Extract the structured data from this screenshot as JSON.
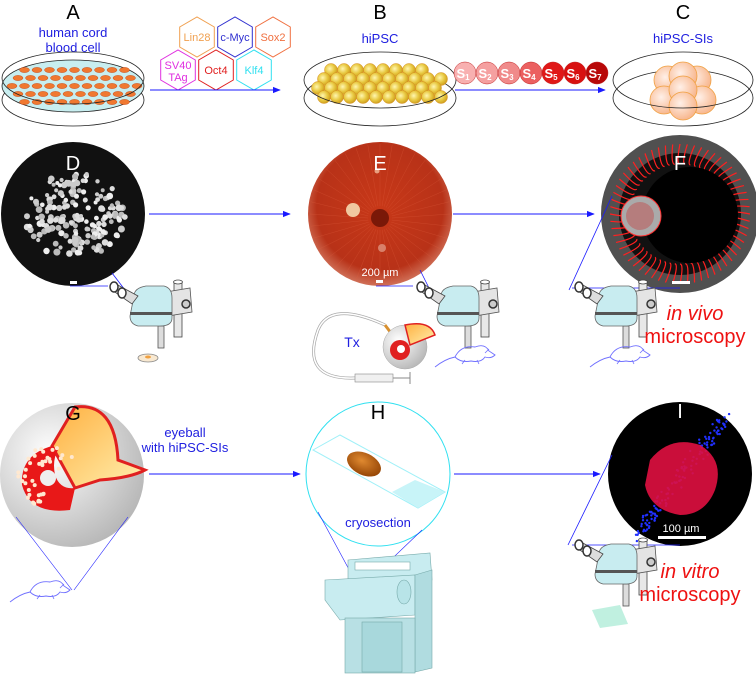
{
  "panels": {
    "A": {
      "letter": "A",
      "caption_line1": "human cord",
      "caption_line2": "blood cell"
    },
    "B": {
      "letter": "B",
      "caption": "hiPSC"
    },
    "C": {
      "letter": "C",
      "caption": "hiPSC-SIs"
    },
    "D": {
      "letter": "D"
    },
    "E": {
      "letter": "E",
      "scale_label": "200 µm"
    },
    "F": {
      "letter": "F"
    },
    "G": {
      "letter": "G",
      "caption_line1": "eyeball",
      "caption_line2": "with hiPSC-SIs"
    },
    "H": {
      "letter": "H",
      "caption": "cryosection"
    },
    "I": {
      "letter": "I",
      "scale_label": "100 µm"
    }
  },
  "factors": [
    {
      "name": "Lin28",
      "color": "#f0a050"
    },
    {
      "name": "c-Myc",
      "color": "#3030d0"
    },
    {
      "name": "Sox2",
      "color": "#f07040"
    },
    {
      "name_line1": "SV40",
      "name_line2": "TAg",
      "color": "#e030e0"
    },
    {
      "name": "Oct4",
      "color": "#e02020"
    },
    {
      "name": "Klf4",
      "color": "#30e0f0"
    }
  ],
  "stages": [
    {
      "label": "S",
      "sub": "1",
      "color": "#f8b0b0"
    },
    {
      "label": "S",
      "sub": "2",
      "color": "#f5a0a0"
    },
    {
      "label": "S",
      "sub": "3",
      "color": "#f08a8a"
    },
    {
      "label": "S",
      "sub": "4",
      "color": "#eb6060"
    },
    {
      "label": "S",
      "sub": "5",
      "color": "#e01818"
    },
    {
      "label": "S",
      "sub": "6",
      "color": "#d81010"
    },
    {
      "label": "S",
      "sub": "7",
      "color": "#b80808"
    }
  ],
  "transplant_label": "Tx",
  "in_vivo": {
    "line1": "in vivo",
    "line2": "microscopy"
  },
  "in_vitro": {
    "line1": "in vitro",
    "line2": "microscopy"
  },
  "colors": {
    "arrow": "#1a1aff",
    "caption": "#2020e0",
    "red_text": "#ee1111",
    "microscope": "#c8ecf0"
  }
}
